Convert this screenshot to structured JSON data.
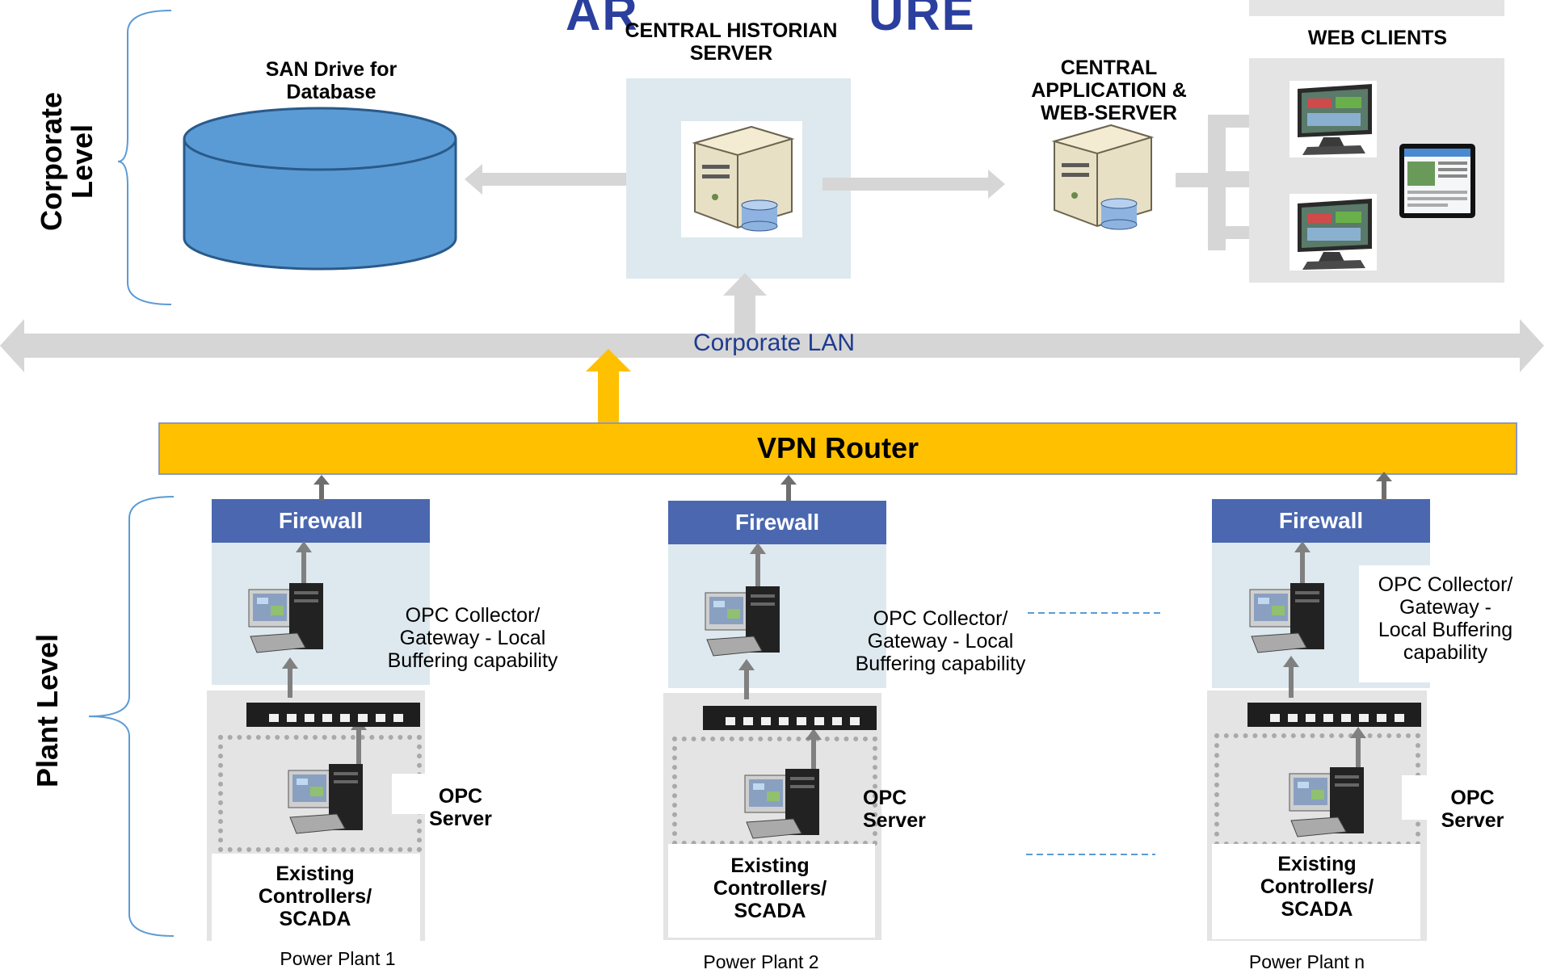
{
  "title_fragment_left": "AR",
  "title_fragment_right": "URE",
  "levels": {
    "corporate": "Corporate\nLevel",
    "plant": "Plant  Level"
  },
  "san": {
    "label": "SAN Drive for\nDatabase"
  },
  "historian": {
    "label": "CENTRAL HISTORIAN\nSERVER"
  },
  "app_server": {
    "label": "CENTRAL\nAPPLICATION &\nWEB-SERVER"
  },
  "web_clients": {
    "label": "WEB CLIENTS"
  },
  "lan": {
    "label": "Corporate LAN"
  },
  "router": {
    "label": "VPN Router"
  },
  "plants": [
    {
      "firewall": "Firewall",
      "collector": "OPC Collector/\nGateway - Local\nBuffering capability",
      "opc": "OPC\nServer",
      "controllers": "Existing\nControllers/\nSCADA",
      "name": "Power Plant 1"
    },
    {
      "firewall": "Firewall",
      "collector": "OPC Collector/\nGateway - Local\nBuffering capability",
      "opc": "OPC\nServer",
      "controllers": "Existing\nControllers/\nSCADA",
      "name": "Power Plant 2"
    },
    {
      "firewall": "Firewall",
      "collector": "OPC Collector/\nGateway -\nLocal Buffering\ncapability",
      "opc": "OPC\nServer",
      "controllers": "Existing\nControllers/\nSCADA",
      "name": "Power Plant n"
    }
  ],
  "colors": {
    "router": "#ffc000",
    "firewall": "#4a67b0",
    "arrow_gray": "#d6d6d6",
    "arrow_dark": "#808080",
    "database": "#5b9bd5",
    "lan_text": "#1f3b8f"
  }
}
